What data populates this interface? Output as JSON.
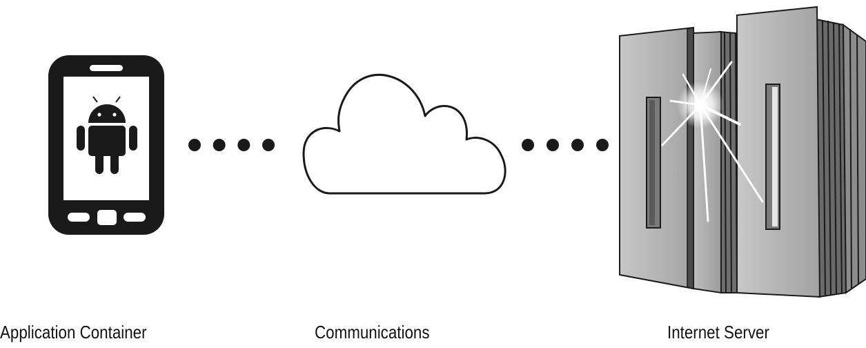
{
  "nodes": [
    {
      "key": "phone",
      "label": "Application Container",
      "icon": "android-phone-icon"
    },
    {
      "key": "cloud",
      "label": "Communications",
      "icon": "cloud-icon"
    },
    {
      "key": "server",
      "label": "Internet Server",
      "icon": "server-icon"
    }
  ],
  "connectors": [
    {
      "from": "phone",
      "to": "cloud",
      "style": "dotted",
      "dot_count": 4
    },
    {
      "from": "cloud",
      "to": "server",
      "style": "dotted",
      "dot_count": 4
    }
  ],
  "colors": {
    "ink": "#1a1a1a",
    "server_face": "#b4b4b4",
    "server_edge": "#7a7a7a",
    "screen_bg": "#ffffff"
  }
}
